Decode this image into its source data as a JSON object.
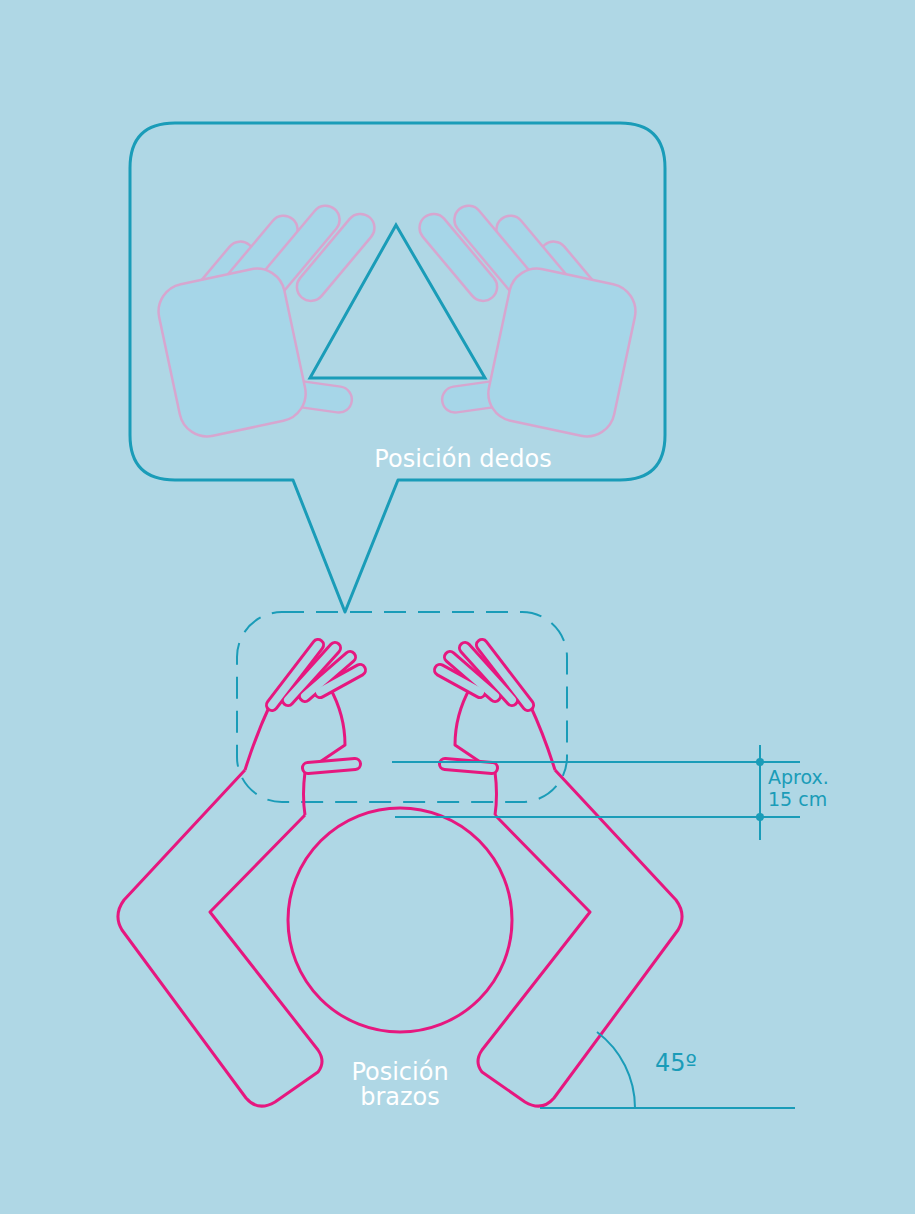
{
  "diagram": {
    "nodes": [
      {
        "text": [
          "Posición dedos"
        ]
      }
    ],
    "labels": [
      "Posición brazos",
      "Aprox. 15 cm",
      "45º"
    ]
  }
}
